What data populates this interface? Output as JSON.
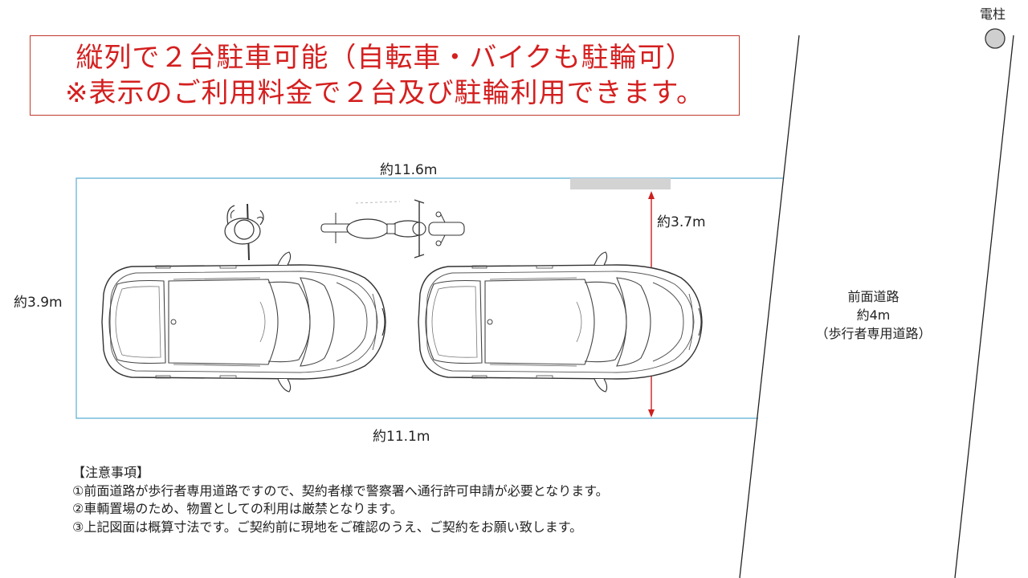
{
  "title": {
    "line1": "縦列で２台駐車可能（自転車・バイクも駐輪可）",
    "line2": "※表示のご利用料金で２台及び駐輪利用できます。"
  },
  "dimensions": {
    "top_width": "約11.6m",
    "bottom_width": "約11.1m",
    "left_depth": "約3.9m",
    "inner_depth": "約3.7m"
  },
  "pole_label": "電柱",
  "road": {
    "line1": "前面道路",
    "line2": "約4m",
    "line3": "（歩行者専用道路）"
  },
  "notes": {
    "heading": "【注意事項】",
    "items": [
      "①前面道路が歩行者専用道路ですので、契約者様で警察署へ通行許可申請が必要となります。",
      "②車輌置場のため、物置としての利用は厳禁となります。",
      "③上記図面は概算寸法です。ご契約前に現地をご確認のうえ、ご契約をお願い致します。"
    ]
  },
  "colors": {
    "title_text": "#d41f1f",
    "title_border": "#c0392b",
    "lot_outline": "#5aaed0",
    "dimension_arrow": "#cc1f1f",
    "obstacle": "#d3d3d3"
  }
}
